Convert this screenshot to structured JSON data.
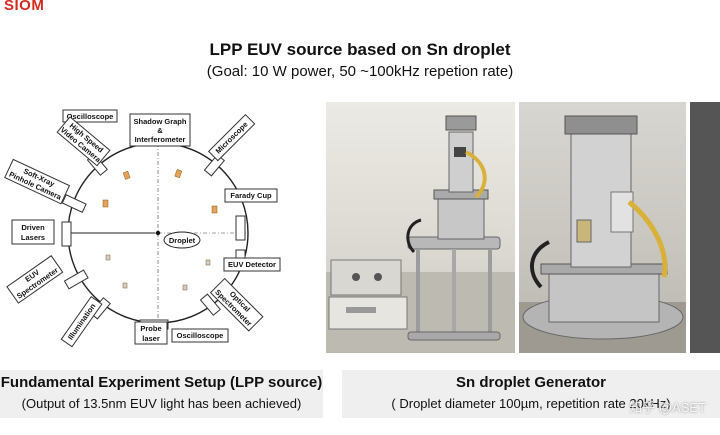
{
  "brand": "SIOM",
  "title": "LPP EUV source based on Sn droplet",
  "subtitle": "(Goal: 10 W power, 50 ~100kHz repetion rate)",
  "diagram_labels": {
    "oscilloscope_top": "Oscilloscope",
    "high_speed_camera_l1": "High Speed",
    "high_speed_camera_l2": "Video Camera",
    "shadow_graph_l1": "Shadow Graph",
    "shadow_graph_l2": "&",
    "shadow_graph_l3": "Interferometer",
    "microscope": "Microscope",
    "soft_xray_l1": "Soft-Xray",
    "soft_xray_l2": "Pinhole Camera",
    "faraday_cup": "Farady Cup",
    "driven_lasers_l1": "Driven",
    "driven_lasers_l2": "Lasers",
    "droplet": "Droplet",
    "euv_detector": "EUV Detector",
    "euv_spectrometer_l1": "EUV",
    "euv_spectrometer_l2": "Spectrometer",
    "optical_spectrometer_l1": "Optical",
    "optical_spectrometer_l2": "Spectrometer",
    "illumination": "Illumination",
    "probe_laser_l1": "Probe",
    "probe_laser_l2": "laser",
    "oscilloscope_bottom": "Oscilloscope"
  },
  "captions": {
    "left_title": "Fundamental Experiment Setup (LPP source)",
    "left_sub": "(Output of 13.5nm EUV light has been achieved)",
    "right_title": "Sn droplet Generator",
    "right_sub": "( Droplet diameter 100µm, repetition rate 20kHz)"
  },
  "watermark": "知乎 @ASET"
}
